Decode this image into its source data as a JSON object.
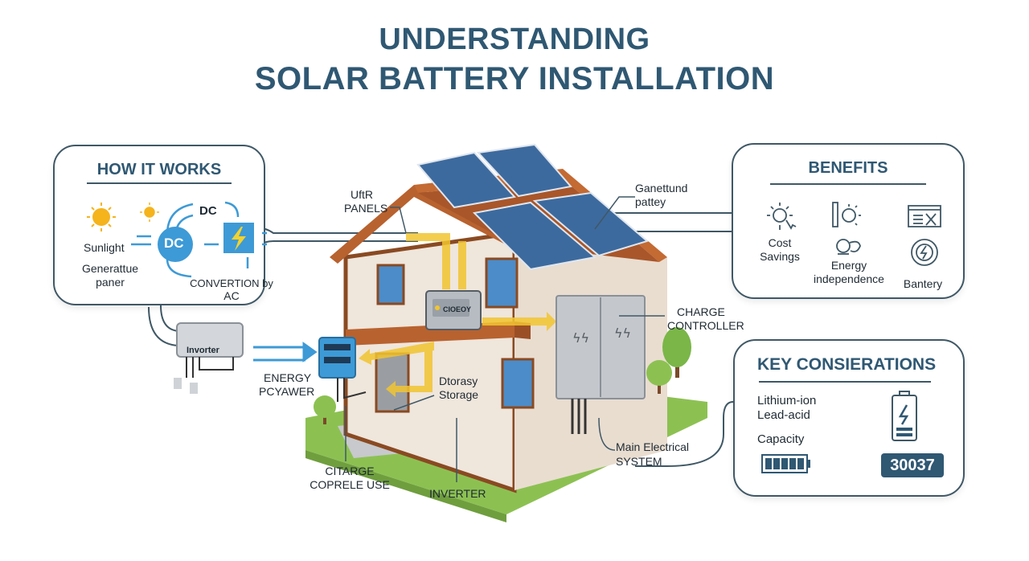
{
  "title": {
    "line1": "UNDERSTANDING",
    "line2": "SOLAR BATTERY INSTALLATION"
  },
  "colors": {
    "title": "#2f5873",
    "panel_border": "#3f5866",
    "flow_blue": "#3d9ad6",
    "energy_yellow": "#f2c530",
    "roof": "#b8622f",
    "solar_panel": "#3d6a9e",
    "grass": "#8cc152",
    "wall": "#efe6dc"
  },
  "how_it_works": {
    "title": "HOW IT WORKS",
    "dc_label": "DC",
    "dc_circle": "DC",
    "sunlight": "Sunlight",
    "generator_line1": "Generattue",
    "generator_line2": "paner",
    "conversion_line1": "CONVERTION by",
    "conversion_line2": "AC",
    "icons": [
      "sun-icon",
      "small-sun-icon",
      "dc-circle-icon",
      "lightning-box-icon"
    ]
  },
  "benefits": {
    "title": "BENEFITS",
    "items": [
      {
        "label_line1": "Cost",
        "label_line2": "Savings",
        "icon": "sun-cursor-icon"
      },
      {
        "label_line1": "Energy",
        "label_line2": "independence",
        "icon": "panel-sun-icon"
      },
      {
        "label_line1": "Bantery",
        "label_line2": "",
        "icon": "gear-lightning-icon"
      }
    ],
    "extra_icons": [
      "window-x-icon",
      "piggy-leaf-icon"
    ]
  },
  "key_considerations": {
    "title": "KEY CONSIERATIONS",
    "items": [
      "Lithium-ion",
      "Lead-acid"
    ],
    "capacity_label": "Capacity",
    "capacity_value": "30037"
  },
  "house_labels": {
    "panels_line1": "UftR",
    "panels_line2": "PANELS",
    "battery_line1": "Ganettund",
    "battery_line2": "pattey",
    "charge_controller_line1": "CHARGE",
    "charge_controller_line2": "CONTROLLER",
    "main_electrical_line1": "Main Electrical",
    "main_electrical_line2": "SYSTEM",
    "inverter": "INVERTER",
    "storage_line1": "Dtorasy",
    "storage_line2": "Storage",
    "charge_use_line1": "CITARGE",
    "charge_use_line2": "COPRELE USE",
    "energy_power_line1": "ENERGY",
    "energy_power_line2": "PCYAWER",
    "inverter_box": "Invorter",
    "battery_box": "CIOEOY"
  }
}
